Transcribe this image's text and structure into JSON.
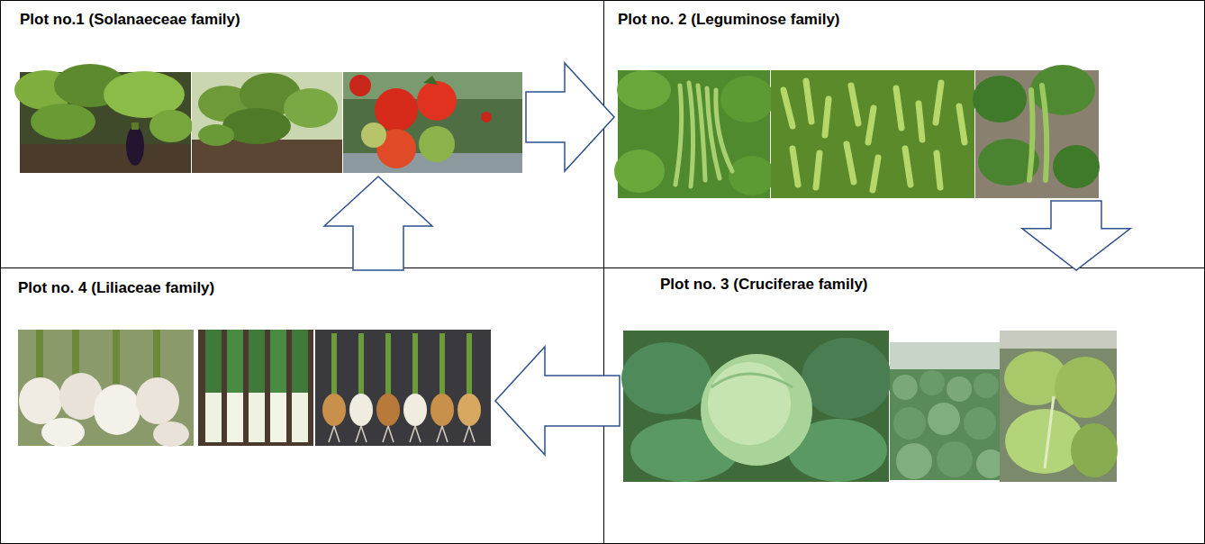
{
  "diagram": {
    "nodes": [
      {
        "text": [
          "Plot no.1 (Solanaeceae family)"
        ]
      },
      {
        "text": [
          "Plot no. 2 (Leguminose family)"
        ]
      },
      {
        "text": [
          "Plot no. 3 (Cruciferae family)"
        ]
      },
      {
        "text": [
          "Plot no. 4 (Liliaceae family)"
        ]
      }
    ],
    "edges": [
      {
        "from": 0,
        "to": 1,
        "arrow": "to"
      },
      {
        "from": 1,
        "to": 2,
        "arrow": "to"
      },
      {
        "from": 2,
        "to": 3,
        "arrow": "to"
      },
      {
        "from": 3,
        "to": 0,
        "arrow": "to"
      }
    ]
  }
}
